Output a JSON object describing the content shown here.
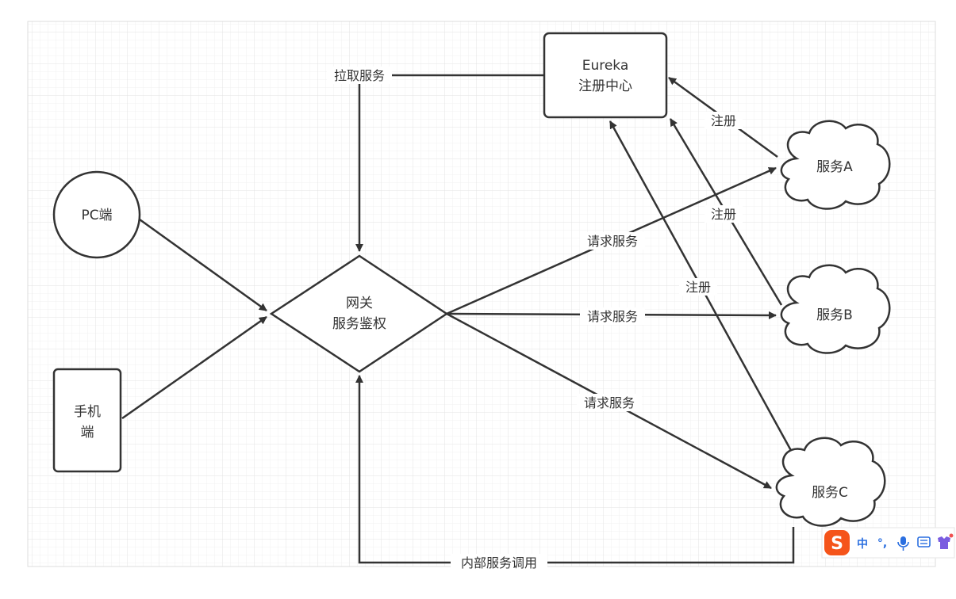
{
  "diagram": {
    "nodes": {
      "eureka": {
        "line1": "Eureka",
        "line2": "注册中心"
      },
      "pc": {
        "label": "PC端"
      },
      "mobile": {
        "line1": "手机",
        "line2": "端"
      },
      "gateway": {
        "line1": "网关",
        "line2": "服务鉴权"
      },
      "service_a": {
        "label": "服务A"
      },
      "service_b": {
        "label": "服务B"
      },
      "service_c": {
        "label": "服务C"
      }
    },
    "edges": {
      "pull_services": "拉取服务",
      "register_a": "注册",
      "register_b": "注册",
      "register_c": "注册",
      "request_a": "请求服务",
      "request_b": "请求服务",
      "request_c": "请求服务",
      "internal_call": "内部服务调用"
    }
  },
  "ime_toolbar": {
    "logo": "S",
    "mode": "中",
    "punct": "°,",
    "logo_color": "#f5541a"
  }
}
